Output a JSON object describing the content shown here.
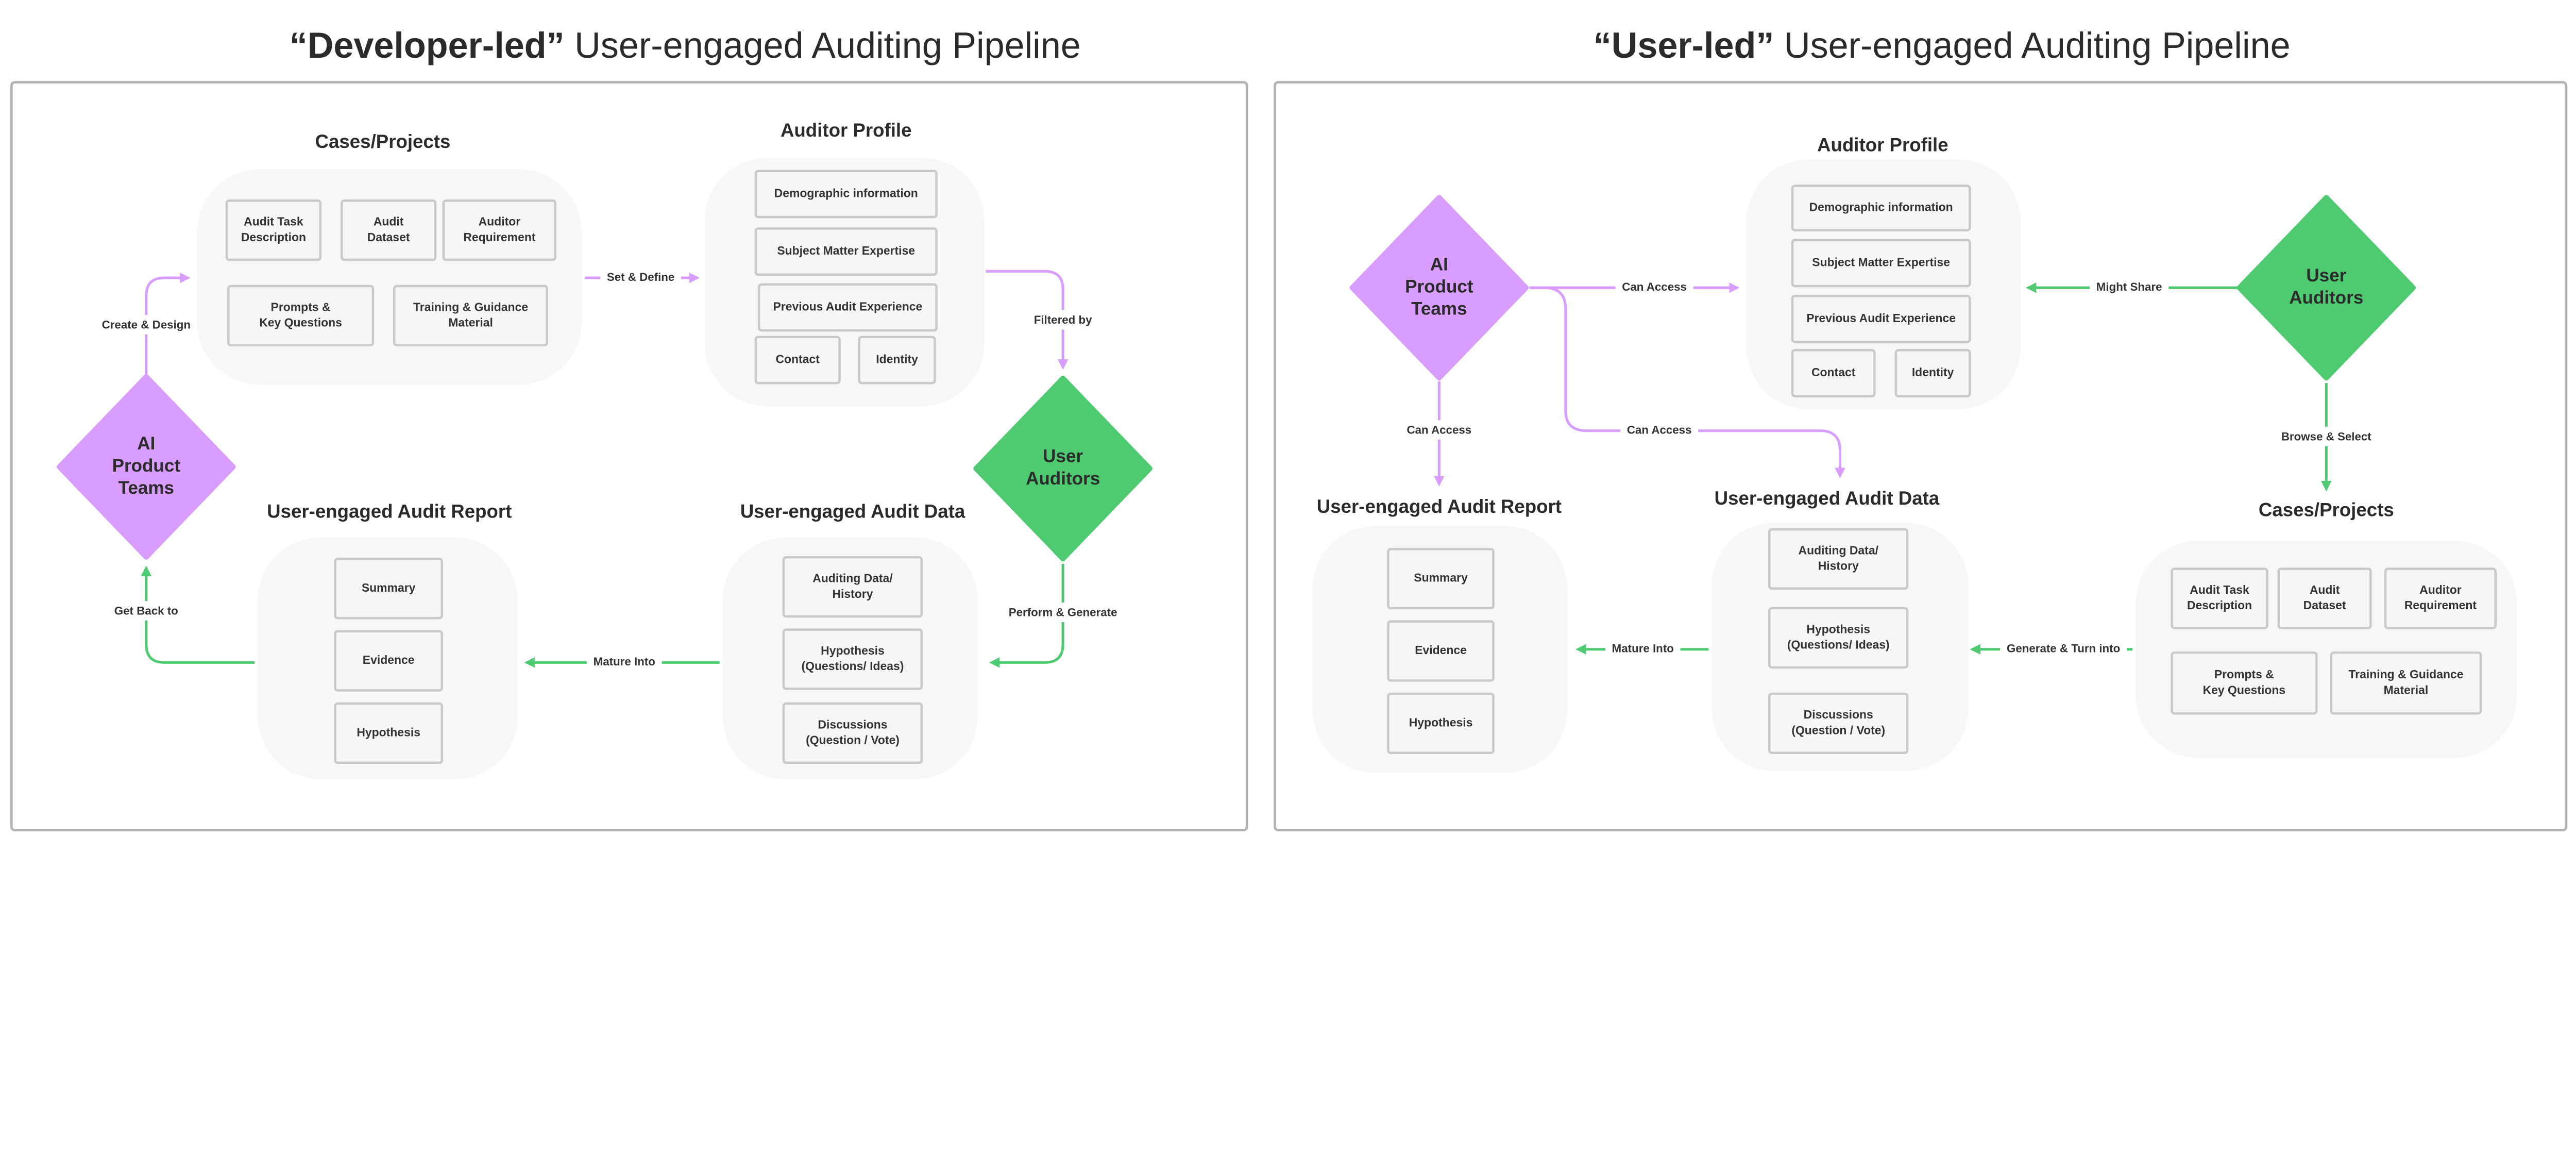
{
  "colors": {
    "purple": "#d99cff",
    "green": "#4ecb71",
    "panel_border": "#b4b4b4",
    "group_fill": "#f7f7f7",
    "box_border": "#c9c9c9",
    "text": "#2b2b2b"
  },
  "left": {
    "title_bold": "“Developer-led”",
    "title_rest": " User-engaged Auditing Pipeline",
    "groups": {
      "cases": {
        "title": "Cases/Projects",
        "items": [
          [
            "Audit Task",
            "Description"
          ],
          [
            "Audit",
            "Dataset"
          ],
          [
            "Auditor",
            "Requirement"
          ],
          [
            "Prompts &",
            "Key Questions"
          ],
          [
            "Training & Guidance",
            "Material"
          ]
        ]
      },
      "profile": {
        "title": "Auditor Profile",
        "items": [
          [
            "Demographic information"
          ],
          [
            "Subject Matter Expertise"
          ],
          [
            "Previous Audit Experience"
          ],
          [
            "Contact"
          ],
          [
            "Identity"
          ]
        ]
      },
      "data": {
        "title": "User-engaged Audit Data",
        "items": [
          [
            "Auditing Data/",
            "History"
          ],
          [
            "Hypothesis",
            "(Questions/ Ideas)"
          ],
          [
            "Discussions",
            "(Question / Vote)"
          ]
        ]
      },
      "report": {
        "title": "User-engaged Audit Report",
        "items": [
          [
            "Summary"
          ],
          [
            "Evidence"
          ],
          [
            "Hypothesis"
          ]
        ]
      }
    },
    "actors": {
      "ai": [
        "AI",
        "Product",
        "Teams"
      ],
      "users": [
        "User",
        "Auditors"
      ]
    },
    "edges": {
      "create": "Create & Design",
      "set": "Set & Define",
      "filtered": "Filtered by",
      "perform": "Perform & Generate",
      "mature": "Mature Into",
      "getback": "Get Back to"
    }
  },
  "right": {
    "title_bold": "“User-led”",
    "title_rest": " User-engaged Auditing Pipeline",
    "groups": {
      "profile": {
        "title": "Auditor Profile",
        "items": [
          [
            "Demographic information"
          ],
          [
            "Subject Matter Expertise"
          ],
          [
            "Previous Audit Experience"
          ],
          [
            "Contact"
          ],
          [
            "Identity"
          ]
        ]
      },
      "cases": {
        "title": "Cases/Projects",
        "items": [
          [
            "Audit Task",
            "Description"
          ],
          [
            "Audit",
            "Dataset"
          ],
          [
            "Auditor",
            "Requirement"
          ],
          [
            "Prompts &",
            "Key Questions"
          ],
          [
            "Training & Guidance",
            "Material"
          ]
        ]
      },
      "data": {
        "title": "User-engaged Audit Data",
        "items": [
          [
            "Auditing Data/",
            "History"
          ],
          [
            "Hypothesis",
            "(Questions/ Ideas)"
          ],
          [
            "Discussions",
            "(Question / Vote)"
          ]
        ]
      },
      "report": {
        "title": "User-engaged Audit Report",
        "items": [
          [
            "Summary"
          ],
          [
            "Evidence"
          ],
          [
            "Hypothesis"
          ]
        ]
      }
    },
    "actors": {
      "ai": [
        "AI",
        "Product",
        "Teams"
      ],
      "users": [
        "User",
        "Auditors"
      ]
    },
    "edges": {
      "access1": "Can Access",
      "share": "Might Share",
      "browse": "Browse & Select",
      "generate": "Generate & Turn into",
      "mature": "Mature Into",
      "access_down": "Can Access",
      "access2": "Can Access"
    }
  }
}
